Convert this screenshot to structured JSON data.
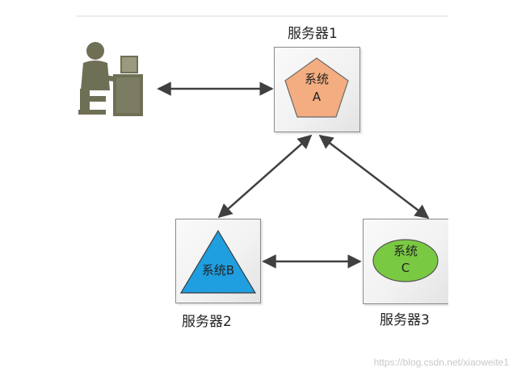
{
  "servers": {
    "a": {
      "label": "服务器1",
      "system_line1": "系统",
      "system_line2": "A",
      "fill": "#f4ad80"
    },
    "b": {
      "label": "服务器2",
      "system": "系统B",
      "fill": "#1f9ee0"
    },
    "c": {
      "label": "服务器3",
      "system_line1": "系统",
      "system_line2": "C",
      "fill": "#7ac943"
    }
  },
  "user_icon": "computer-user-icon",
  "watermark": "https://blog.csdn.net/xiaoweite1",
  "colors": {
    "arrow": "#404040",
    "box_border": "#8a8a8a",
    "user": "#6f6f55"
  }
}
